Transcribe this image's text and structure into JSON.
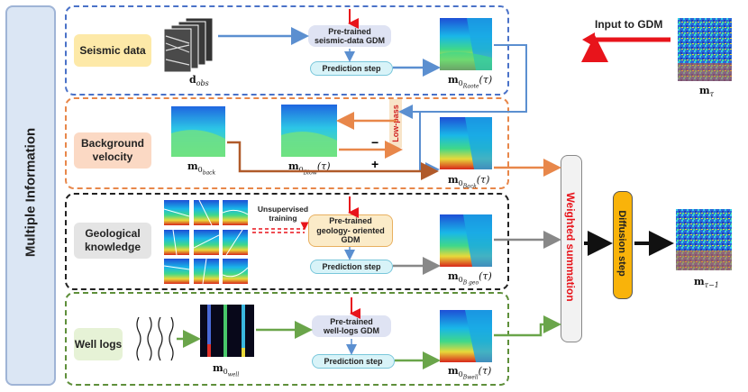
{
  "sidebar": {
    "title": "Multiple Information"
  },
  "rows": {
    "seismic": {
      "label": "Seismic data",
      "gdm": "Pre-trained\nseismic-data GDM",
      "step": "Prediction step",
      "input_math": "d",
      "input_sub": "obs",
      "output_math": "m",
      "output_sub": "0",
      "output_subsub": "Raote",
      "output_arg": "(τ)"
    },
    "background": {
      "label": "Background\nvelocity",
      "lowpass": "Low-pass",
      "minus": "−",
      "plus": "+",
      "input_math": "m",
      "input_sub": "0",
      "input_subsub": "back",
      "mid_math": "m",
      "mid_sub": "0",
      "mid_subsub": "Blow",
      "mid_arg": "(τ)",
      "output_math": "m",
      "output_sub": "0",
      "output_subsub": "Back",
      "output_arg": "(τ)"
    },
    "geology": {
      "label": "Geological\nknowledge",
      "unsupervised": "Unsupervised\ntraining",
      "gdm": "Pre-trained\ngeology- oriented\nGDM",
      "step": "Prediction step",
      "output_math": "m",
      "output_sub": "0",
      "output_subsub": "B geo",
      "output_arg": "(τ)"
    },
    "well": {
      "label": "Well logs",
      "gdm": "Pre-trained\nwell-logs GDM",
      "step": "Prediction step",
      "input_math": "m",
      "input_sub": "0",
      "input_subsub": "well",
      "output_math": "m",
      "output_sub": "0",
      "output_subsub": "Bwell",
      "output_arg": "(τ)"
    }
  },
  "right": {
    "input_label": "Input to GDM",
    "mt_math": "m",
    "mt_sub": "τ",
    "weighted": "Weighted summation",
    "diffusion": "Diffusion step",
    "mt1_math": "m",
    "mt1_sub": "τ−1"
  },
  "colors": {
    "blue_panel": "#4a72c8",
    "orange_panel": "#e8874a",
    "black_panel": "#222222",
    "green_panel": "#5e8f3a",
    "seismic_label_bg": "#fde9a8",
    "background_label_bg": "#fbd9c4",
    "geology_label_bg": "#e4e4e4",
    "well_label_bg": "#e6f2d6",
    "red": "#e8141b",
    "diffusion_bg": "#f9b30a"
  }
}
